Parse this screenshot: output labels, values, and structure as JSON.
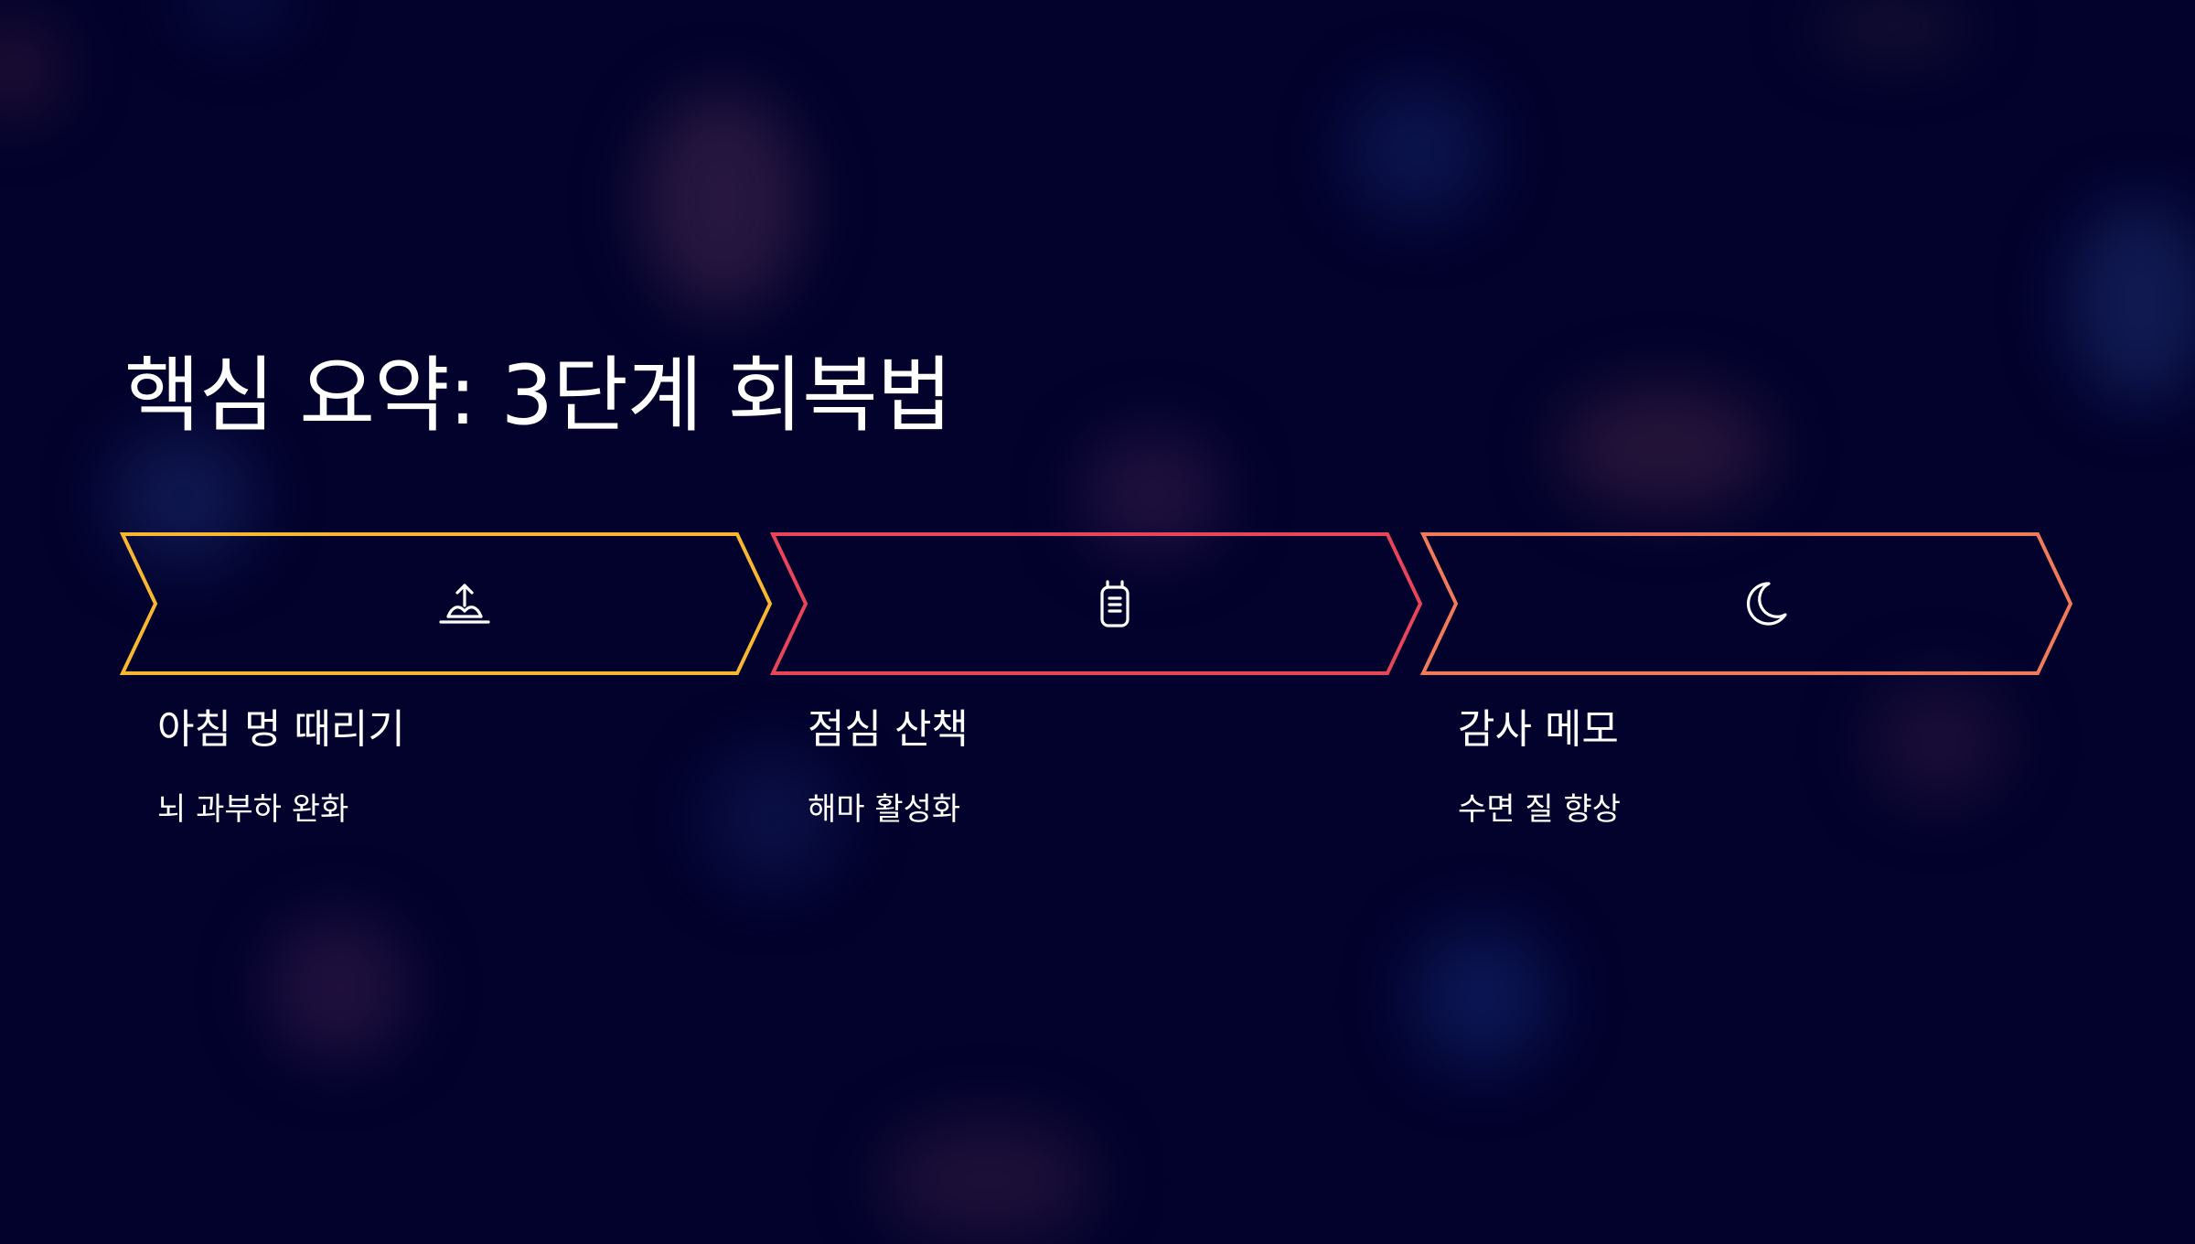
{
  "slide": {
    "title": "핵심 요약: 3단계 회복법",
    "background": "#02022c"
  },
  "steps": [
    {
      "label": "아침 멍 때리기",
      "description": "뇌 과부하 완화",
      "icon": "sunrise-icon",
      "color": "#f7b733"
    },
    {
      "label": "점심 산책",
      "description": "해마 활성화",
      "icon": "walkie-talkie-icon",
      "color": "#e8455a"
    },
    {
      "label": "감사 메모",
      "description": "수면 질 향상",
      "icon": "moon-icon",
      "color": "#f07a5a"
    }
  ]
}
